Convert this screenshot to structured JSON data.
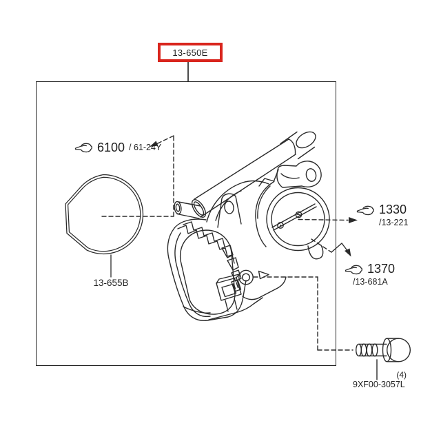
{
  "colors": {
    "highlight_red": "#d9251d",
    "line": "#2b2b2b",
    "background": "#ffffff"
  },
  "title_box": {
    "part_code": "13-650E"
  },
  "callouts": {
    "engine_ref": {
      "icon": "pointing-hand",
      "code": "6100",
      "section": "/ 61-24Y"
    },
    "ref_1330": {
      "icon": "pointing-hand",
      "code": "1330",
      "section": "/13-221"
    },
    "ref_1370": {
      "icon": "pointing-hand",
      "code": "1370",
      "section": "/13-681A"
    },
    "gasket": {
      "code": "13-655B"
    },
    "bolt": {
      "code": "9XF00-3057L",
      "quantity": "(4)"
    }
  }
}
